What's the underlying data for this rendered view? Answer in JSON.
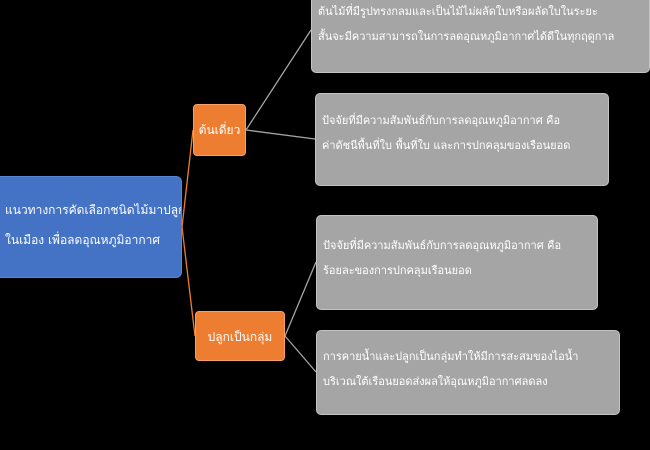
{
  "colors": {
    "background": "#000000",
    "root": "#4472c4",
    "branch": "#ed7d31",
    "leaf": "#a5a5a5",
    "connector_orange": "#ed7d31",
    "connector_grey": "#a5a5a5",
    "text": "#ffffff"
  },
  "root": {
    "lines": [
      "แนวทางการคัดเลือกชนิดไม้มาปลูก",
      "ในเมือง เพื่อลดอุณหภูมิอากาศ"
    ]
  },
  "branches": [
    {
      "label": "ต้นเดี่ยว",
      "leaves": [
        {
          "lines": [
            "ต้นไม้ที่มีรูปทรงกลมและเป็นไม้ไม่ผลัดใบหรือผลัดใบในระยะ",
            "สั้นจะมีความสามารถในการลดอุณหภูมิอากาศได้ดีในทุกฤดูกาล"
          ]
        },
        {
          "lines": [
            "ปัจจัยที่มีความสัมพันธ์กับการลดอุณหภูมิอากาศ คือ",
            "ค่าดัชนีพื้นที่ใบ พื้นที่ใบ และการปกคลุมของเรือนยอด"
          ]
        }
      ]
    },
    {
      "label": "ปลูกเป็นกลุ่ม",
      "leaves": [
        {
          "lines": [
            "ปัจจัยที่มีความสัมพันธ์กับการลดอุณหภูมิอากาศ คือ",
            "ร้อยละของการปกคลุมเรือนยอด"
          ]
        },
        {
          "lines": [
            "การคายน้ำและปลูกเป็นกลุ่มทำให้มีการสะสมของไอน้ำ",
            "บริเวณใต้เรือนยอดส่งผลให้อุณหภูมิอากาศลดลง"
          ]
        }
      ]
    }
  ]
}
